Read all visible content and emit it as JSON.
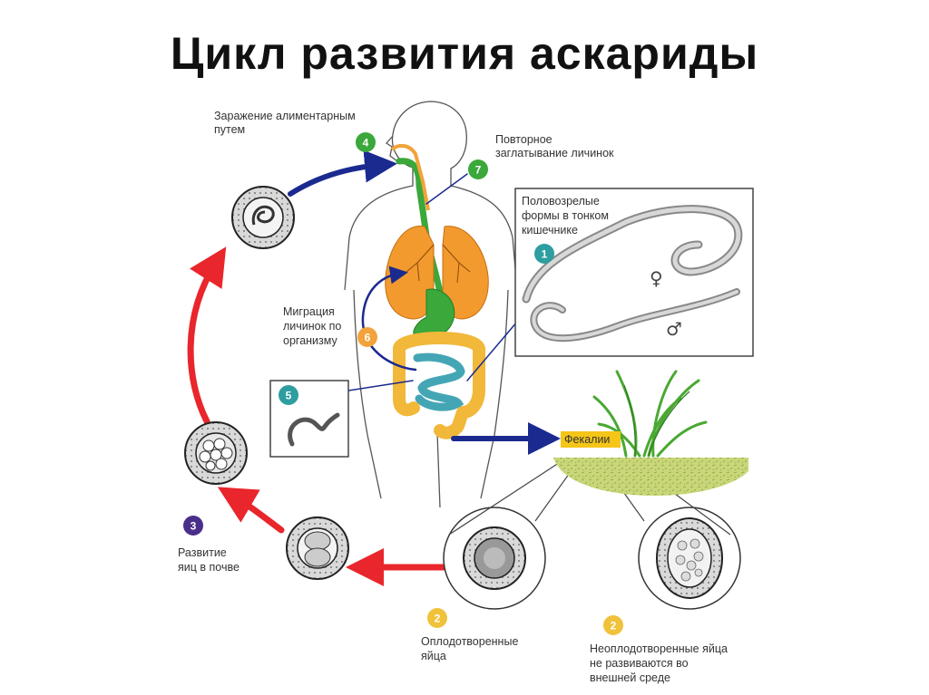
{
  "title": "Цикл развития аскариды",
  "labels": {
    "infection": [
      "Заражение алиментарным",
      "путем"
    ],
    "reswallow": [
      "Повторное",
      "заглатывание личинок"
    ],
    "adult": [
      "Половозрелые",
      "формы в тонком",
      "кишечнике"
    ],
    "migration": [
      "Миграция",
      "личинок по",
      "организму"
    ],
    "feces": "Фекалии",
    "soil": [
      "Развитие",
      "яиц в почве"
    ],
    "fertilized": [
      "Оплодотворенные",
      "яйца"
    ],
    "unfertilized": [
      "Неоплодотворенные яйца",
      "не развиваются во",
      "внешней среде"
    ]
  },
  "badges": {
    "b1": "1",
    "b2a": "2",
    "b2b": "2",
    "b3": "3",
    "b4": "4",
    "b5": "5",
    "b6": "6",
    "b7": "7"
  },
  "symbols": {
    "female": "♀",
    "male": "♂"
  },
  "colors": {
    "arrow_red": "#e8262b",
    "arrow_blue": "#1b2a8f",
    "lungs": "#f29a2e",
    "gut": "#f2b83a",
    "small_gut": "#44a6b5",
    "trachea": "#3aa83a",
    "grass": "#4aa832",
    "soil": "#c9d77a",
    "badge_green": "#3aa83a",
    "badge_teal": "#2e9ea0",
    "badge_purple": "#4a2f8a",
    "badge_orange": "#f2a33a",
    "badge_yellow": "#f0c23a",
    "feces_bg": "#f5c518"
  }
}
